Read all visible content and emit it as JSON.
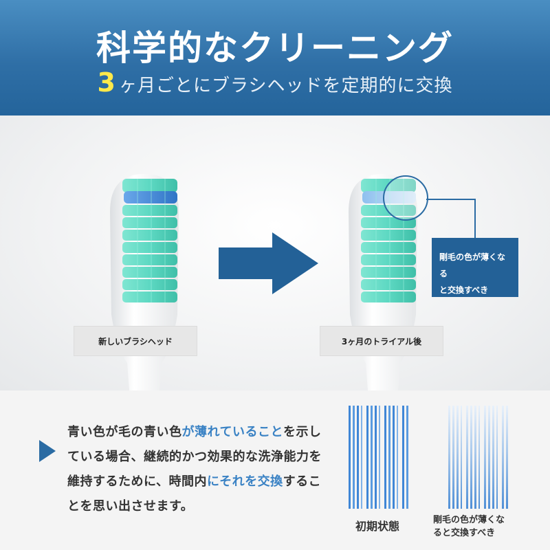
{
  "header": {
    "title": "科学的なクリーニング",
    "subtitle_number": "3",
    "subtitle_text": "ヶ月ごとにブラシヘッドを定期的に交換"
  },
  "labels": {
    "new_head": "新しいブラシヘッド",
    "after_trial": "3ヶ月のトライアル後"
  },
  "callout": {
    "line1": "剛毛の色が薄くなる",
    "line2": "と交換すべき"
  },
  "description": {
    "p1": "青い色が毛の青い色",
    "p1_hl": "が薄れていること",
    "p2": "を示している場合、継続的かつ効果的な洗浄能力を維持するために、時間内",
    "p2_hl": "にそれを交換",
    "p3": "することを思い出させます。"
  },
  "captions": {
    "initial": "初期状態",
    "faded_line1": "剛毛の色が薄くな",
    "faded_line2": "ると交換すべき"
  },
  "colors": {
    "header_blue": "#2f6fa6",
    "accent_yellow": "#ffe94a",
    "arrow_blue": "#236197",
    "bristle_teal": "#5dd8c2",
    "bristle_blue": "#3f86d6",
    "highlight_blue": "#3a82c4"
  }
}
